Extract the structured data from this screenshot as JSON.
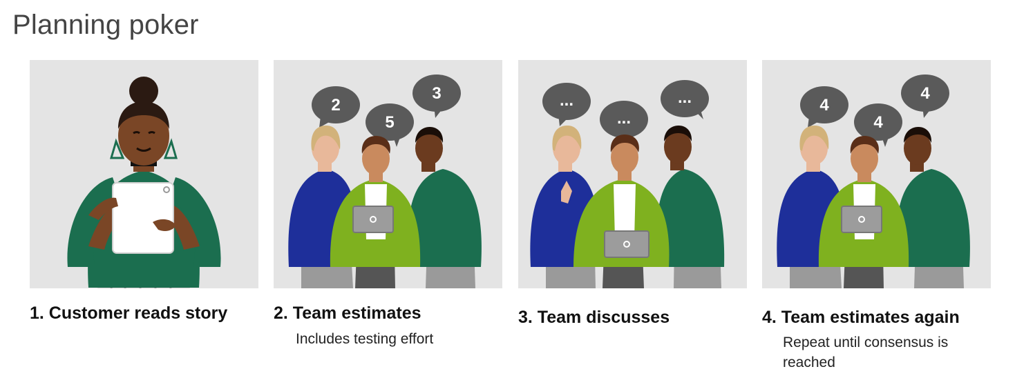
{
  "title": "Planning poker",
  "steps": [
    {
      "title": "1. Customer reads story",
      "subtitle": ""
    },
    {
      "title": "2. Team estimates",
      "subtitle": "Includes testing effort",
      "bubbles": [
        "2",
        "5",
        "3"
      ]
    },
    {
      "title": "3. Team discusses",
      "subtitle": "",
      "bubbles": [
        "...",
        "...",
        "..."
      ]
    },
    {
      "title": "4. Team estimates again",
      "subtitle": "Repeat until consensus is reached",
      "bubbles": [
        "4",
        "4",
        "4"
      ]
    }
  ],
  "colors": {
    "panel_bg": "#e4e4e4",
    "bubble": "#5a5a5a",
    "blue_sweater": "#1e2f9a",
    "lime_jacket": "#7fb11f",
    "green_shirt": "#1b6e4f",
    "gray_pants": "#8c8c8c"
  }
}
